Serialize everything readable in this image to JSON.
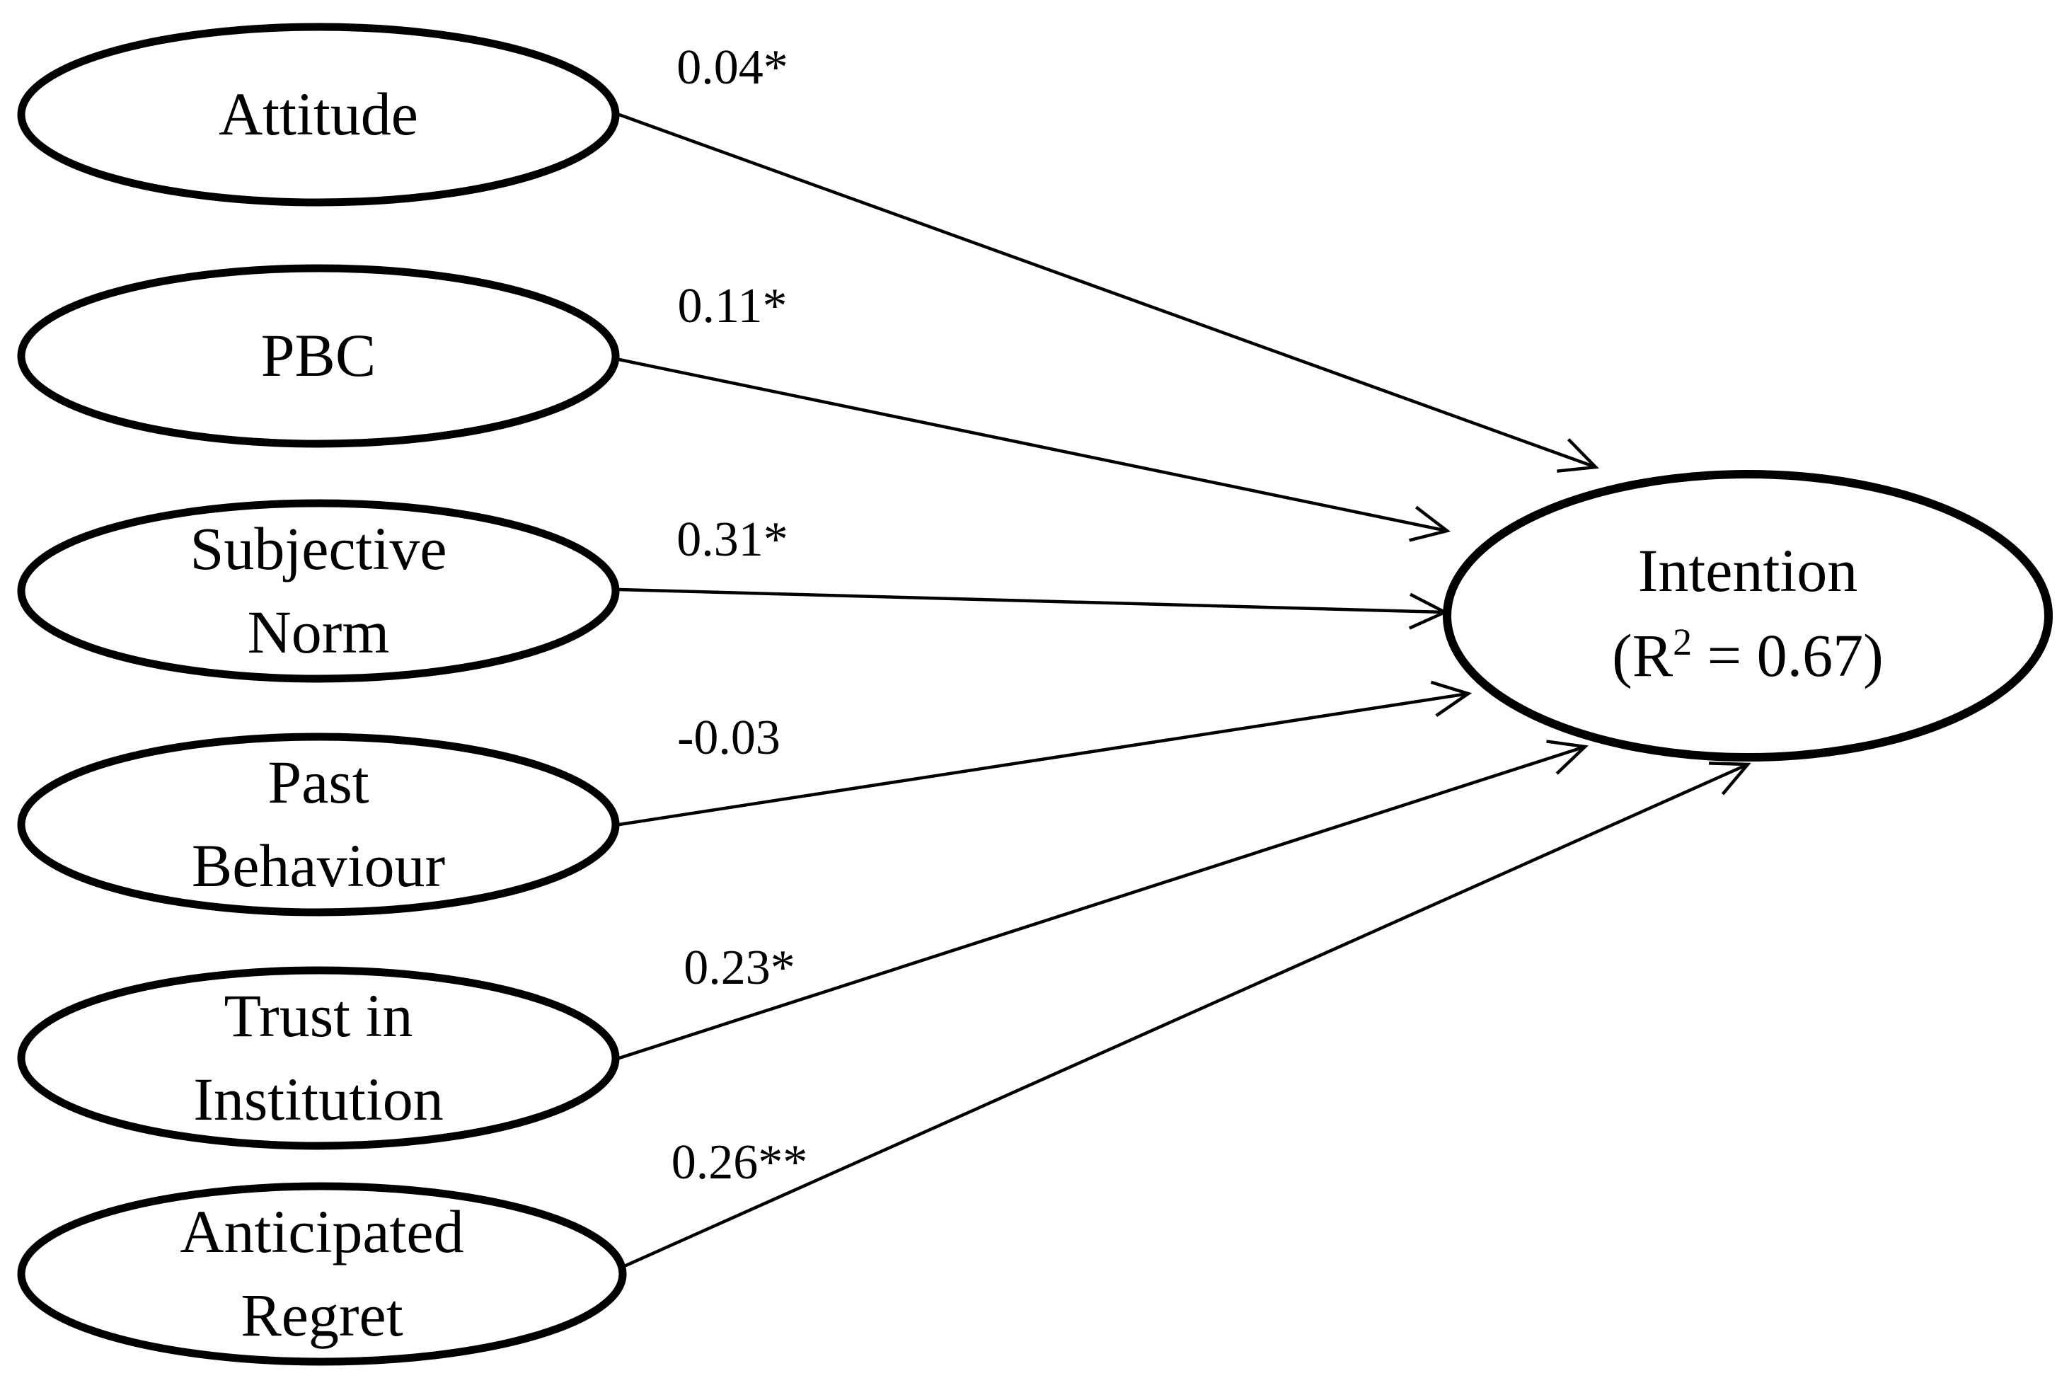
{
  "predictors": [
    {
      "id": "attitude",
      "lines": [
        "Attitude"
      ],
      "coefficient": "0.04*"
    },
    {
      "id": "pbc",
      "lines": [
        "PBC"
      ],
      "coefficient": "0.11*"
    },
    {
      "id": "subjective-norm",
      "lines": [
        "Subjective",
        "Norm"
      ],
      "coefficient": "0.31*"
    },
    {
      "id": "past-behaviour",
      "lines": [
        "Past",
        "Behaviour"
      ],
      "coefficient": "-0.03"
    },
    {
      "id": "trust-in-institution",
      "lines": [
        "Trust in",
        "Institution"
      ],
      "coefficient": "0.23*"
    },
    {
      "id": "anticipated-regret",
      "lines": [
        "Anticipated",
        "Regret"
      ],
      "coefficient": "0.26**"
    }
  ],
  "outcome": {
    "label": "Intention",
    "r2_prefix": "(R",
    "r2_sup": "2",
    "r2_suffix": " = 0.67)"
  },
  "colors": {
    "stroke": "#000000",
    "background": "#ffffff"
  }
}
